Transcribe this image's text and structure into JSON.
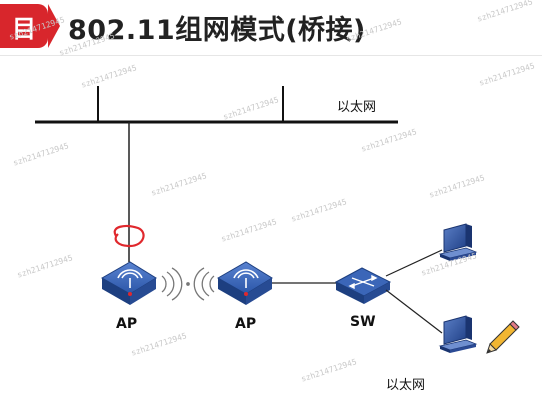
{
  "header": {
    "badge_text": "目",
    "title": "802.11组网模式(桥接)",
    "accent_color": "#d8262c"
  },
  "diagram": {
    "ethernet_top_label": "以太网",
    "ethernet_bottom_label": "以太网",
    "ap1_label": "AP",
    "ap2_label": "AP",
    "switch_label": "SW",
    "device_color": "#2b56a8",
    "annotation_color": "#e0282d"
  },
  "watermark": "szh214712945"
}
